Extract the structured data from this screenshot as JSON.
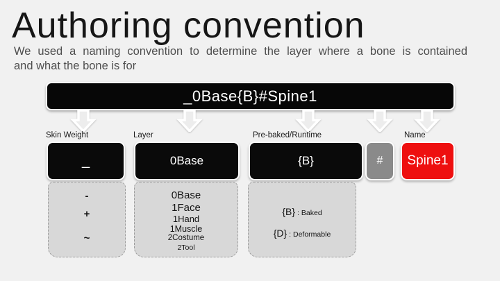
{
  "header": {
    "title": "Authoring convention",
    "subtitle_line1": "We used a naming convention to determine the layer where a bone is contained",
    "subtitle_line2": "and what the bone is for"
  },
  "convention_bar": {
    "text": "_0Base{B}#Spine1"
  },
  "columns": {
    "skin_weight": {
      "label": "Skin Weight",
      "value": "_",
      "options": [
        "-",
        "+",
        "~"
      ]
    },
    "layer": {
      "label": "Layer",
      "value": "0Base",
      "options": [
        "0Base",
        "1Face",
        "1Hand",
        "1Muscle",
        "2Costume",
        "2Tool"
      ]
    },
    "prebaked_runtime": {
      "label": "Pre-baked/Runtime",
      "value": "{B}",
      "options": [
        {
          "code": "{B}",
          "desc": ": Baked"
        },
        {
          "code": "{D}",
          "desc": ": Deformable"
        }
      ]
    },
    "separator": {
      "value": "#"
    },
    "name": {
      "label": "Name",
      "value": "Spine1"
    }
  },
  "colors": {
    "background": "#f1f1f1",
    "box_black": "#0a0a0a",
    "box_gray": "#8a8a8a",
    "box_red": "#ee0f0f",
    "panel_fill": "#d8d8d8",
    "subtitle_text": "#4e4e4e"
  }
}
